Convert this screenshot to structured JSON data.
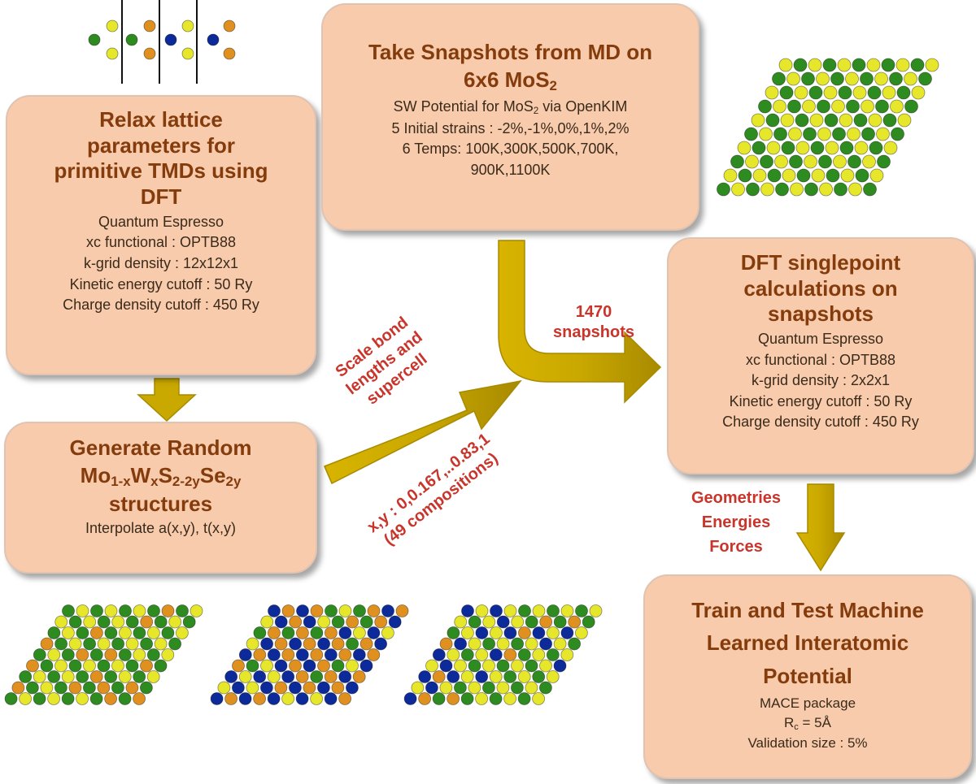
{
  "colors": {
    "box_fill": "#f8cbad",
    "title": "#843c0c",
    "label_red": "#c9342b",
    "arrow": "#c9a800",
    "atom_green": "#2e8b1f",
    "atom_yellow": "#e6e62a",
    "atom_orange": "#e0901e",
    "atom_blue": "#0c2a9a"
  },
  "relax_box": {
    "title_line1": "Relax lattice",
    "title_line2": "parameters for",
    "title_line3": "primitive TMDs using",
    "title_line4": "DFT",
    "details": [
      "Quantum Espresso",
      "xc functional : OPTB88",
      "k-grid density : 12x12x1",
      "Kinetic energy cutoff : 50 Ry",
      "Charge density cutoff : 450 Ry"
    ]
  },
  "generate_box": {
    "title_line1": "Generate Random",
    "formula_mo": "Mo",
    "formula_mo_sub": "1-x",
    "formula_w": "W",
    "formula_w_sub": "x",
    "formula_s": "S",
    "formula_s_sub": "2-2y",
    "formula_se": "Se",
    "formula_se_sub": "2y",
    "title_line3": "structures",
    "detail": "Interpolate a(x,y), t(x,y)"
  },
  "md_box": {
    "title_line1": "Take Snapshots from MD on",
    "title_line2_main": "6x6 MoS",
    "title_line2_sub": "2",
    "detail1_main": "SW Potential for MoS",
    "detail1_sub": "2",
    "detail1_tail": " via OpenKIM",
    "detail2": "5 Initial strains : -2%,-1%,0%,1%,2%",
    "detail3": "6 Temps: 100K,300K,500K,700K,",
    "detail4": "900K,1100K"
  },
  "dft_box": {
    "title_line1": "DFT singlepoint",
    "title_line2": "calculations on",
    "title_line3": "snapshots",
    "details": [
      "Quantum Espresso",
      "xc functional  : OPTB88",
      "k-grid density : 2x2x1",
      "Kinetic energy cutoff : 50 Ry",
      "Charge density cutoff : 450 Ry"
    ]
  },
  "train_box": {
    "title_line1": "Train and Test Machine",
    "title_line2": "Learned Interatomic",
    "title_line3": "Potential",
    "detail1": "MACE package",
    "detail2_main": "R",
    "detail2_sub": "c",
    "detail2_tail": " = 5Å",
    "detail3": "Validation size : 5%"
  },
  "labels": {
    "scale_line1": "Scale bond",
    "scale_line2": "lengths and",
    "scale_line3": "supercell",
    "comp_line1": "x,y : 0,0.167,..0.83,1",
    "comp_line2": "(49 compositions)",
    "snap_line1": "1470",
    "snap_line2": "snapshots",
    "out_line1": "Geometries",
    "out_line2": "Energies",
    "out_line3": "Forces"
  }
}
